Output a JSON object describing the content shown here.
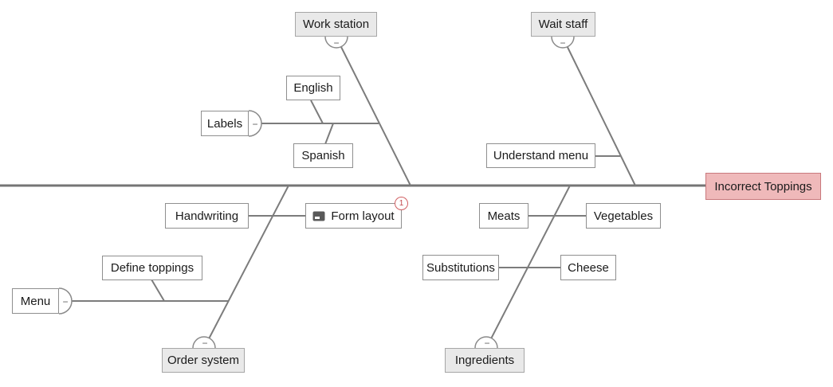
{
  "ui": {
    "collapse_glyph": "−",
    "colors": {
      "line": "#7c7c7c",
      "effect_fill": "#efb9ba",
      "effect_border": "#c9797d",
      "category_fill": "#e9e9e9",
      "badge_red": "#d05f62"
    }
  },
  "diagram": {
    "type": "fishbone",
    "effect": {
      "label": "Incorrect Toppings"
    },
    "structure": [
      {
        "category": "Work station",
        "side": "top",
        "causes": []
      },
      {
        "category": "Wait staff",
        "side": "top",
        "causes": [
          "Understand menu"
        ]
      },
      {
        "category": "Order system",
        "side": "bottom",
        "causes": [
          "Labels",
          "English",
          "Spanish",
          "Handwriting",
          "Form layout",
          "Menu",
          "Define toppings"
        ]
      },
      {
        "category": "Ingredients",
        "side": "bottom",
        "causes": [
          "Meats",
          "Vegetables",
          "Substitutions",
          "Cheese"
        ]
      }
    ]
  },
  "nodes": {
    "work_station": {
      "label": "Work station"
    },
    "wait_staff": {
      "label": "Wait staff"
    },
    "order_system": {
      "label": "Order system"
    },
    "ingredients": {
      "label": "Ingredients"
    },
    "effect": {
      "label": "Incorrect Toppings"
    },
    "labels": {
      "label": "Labels"
    },
    "english": {
      "label": "English"
    },
    "spanish": {
      "label": "Spanish"
    },
    "understand_menu": {
      "label": "Understand menu"
    },
    "handwriting": {
      "label": "Handwriting"
    },
    "form_layout": {
      "label": "Form layout",
      "badge": "1",
      "icon": "note-icon"
    },
    "meats": {
      "label": "Meats"
    },
    "vegetables": {
      "label": "Vegetables"
    },
    "substitutions": {
      "label": "Substitutions"
    },
    "cheese": {
      "label": "Cheese"
    },
    "define_toppings": {
      "label": "Define toppings"
    },
    "menu": {
      "label": "Menu"
    }
  }
}
